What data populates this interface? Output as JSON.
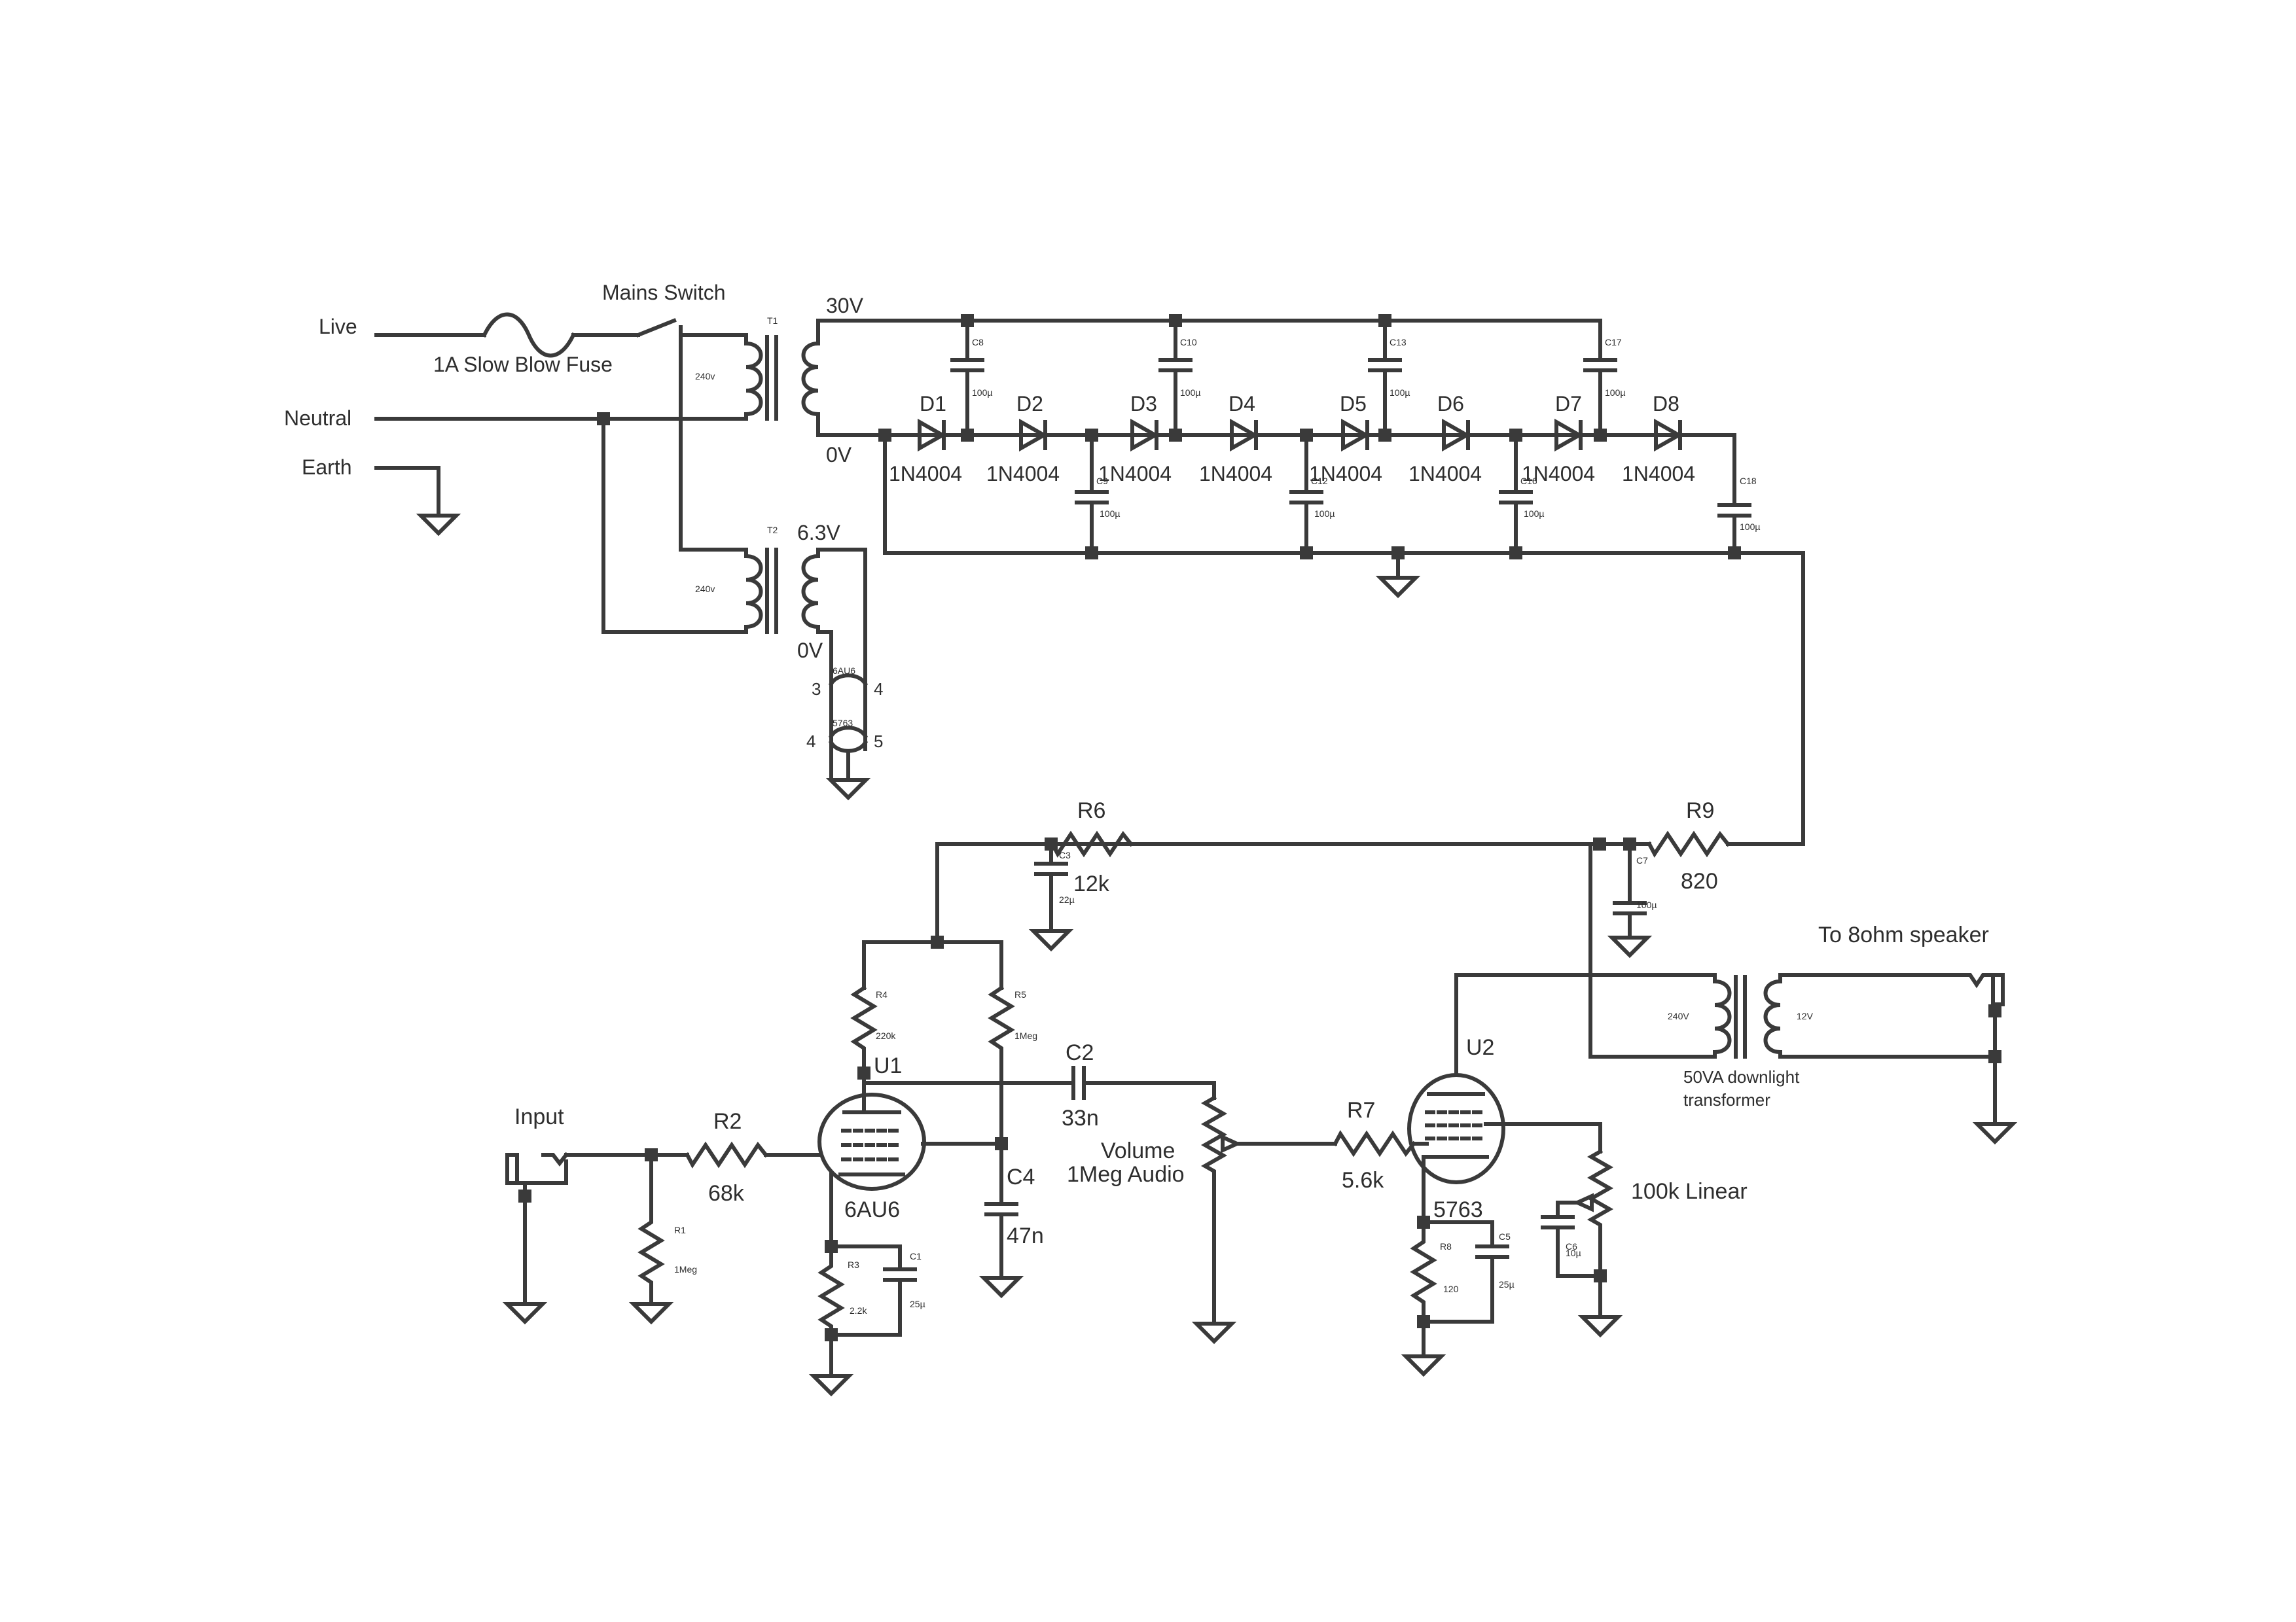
{
  "mains": {
    "live": "Live",
    "neutral": "Neutral",
    "earth": "Earth",
    "switch": "Mains Switch",
    "fuse": "1A Slow Blow Fuse"
  },
  "t1": {
    "ref": "T1",
    "primary": "240v",
    "secondary_top": "30V",
    "secondary_bottom": "0V"
  },
  "t2": {
    "ref": "T2",
    "primary": "240v",
    "secondary_top": "6.3V",
    "secondary_bottom": "0V"
  },
  "heaters": [
    {
      "tube": "6AU6",
      "pin_left": "3",
      "pin_right": "4"
    },
    {
      "tube": "5763",
      "pin_left": "4",
      "pin_right": "5"
    }
  ],
  "diodes": [
    {
      "ref": "D1",
      "part": "1N4004"
    },
    {
      "ref": "D2",
      "part": "1N4004"
    },
    {
      "ref": "D3",
      "part": "1N4004"
    },
    {
      "ref": "D4",
      "part": "1N4004"
    },
    {
      "ref": "D5",
      "part": "1N4004"
    },
    {
      "ref": "D6",
      "part": "1N4004"
    },
    {
      "ref": "D7",
      "part": "1N4004"
    },
    {
      "ref": "D8",
      "part": "1N4004"
    }
  ],
  "top_caps": [
    {
      "ref": "C8",
      "value": "100µ"
    },
    {
      "ref": "C10",
      "value": "100µ"
    },
    {
      "ref": "C13",
      "value": "100µ"
    },
    {
      "ref": "C17",
      "value": "100µ"
    }
  ],
  "bottom_caps": [
    {
      "ref": "C9",
      "value": "100µ"
    },
    {
      "ref": "C12",
      "value": "100µ"
    },
    {
      "ref": "C16",
      "value": "100µ"
    },
    {
      "ref": "C18",
      "value": "100µ"
    }
  ],
  "preamp": {
    "input": "Input",
    "r1": {
      "ref": "R1",
      "value": "1Meg"
    },
    "r2": {
      "ref": "R2",
      "value": "68k"
    },
    "r3": {
      "ref": "R3",
      "value": "2.2k"
    },
    "c1": {
      "ref": "C1",
      "value": "25µ"
    },
    "r4": {
      "ref": "R4",
      "value": "220k"
    },
    "r5": {
      "ref": "R5",
      "value": "1Meg"
    },
    "r6": {
      "ref": "R6",
      "value": "12k"
    },
    "c3": {
      "ref": "C3",
      "value": "22µ"
    },
    "c2": {
      "ref": "C2",
      "value": "33n"
    },
    "c4": {
      "ref": "C4",
      "value": "47n"
    },
    "u1": {
      "ref": "U1",
      "tube": "6AU6"
    },
    "volume": {
      "line1": "Volume",
      "line2": "1Meg Audio"
    }
  },
  "poweramp": {
    "r7": {
      "ref": "R7",
      "value": "5.6k"
    },
    "u2": {
      "ref": "U2",
      "tube": "5763"
    },
    "r8": {
      "ref": "R8",
      "value": "120"
    },
    "c5": {
      "ref": "C5",
      "value": "25µ"
    },
    "c6": {
      "ref": "C6",
      "value": "10µ"
    },
    "pot": "100k Linear",
    "r9": {
      "ref": "R9",
      "value": "820"
    },
    "c7": {
      "ref": "C7",
      "value": "100µ"
    },
    "ot_primary": "240V",
    "ot_secondary": "12V",
    "ot_line1": "50VA downlight",
    "ot_line2": "transformer",
    "speaker": "To 8ohm speaker"
  }
}
